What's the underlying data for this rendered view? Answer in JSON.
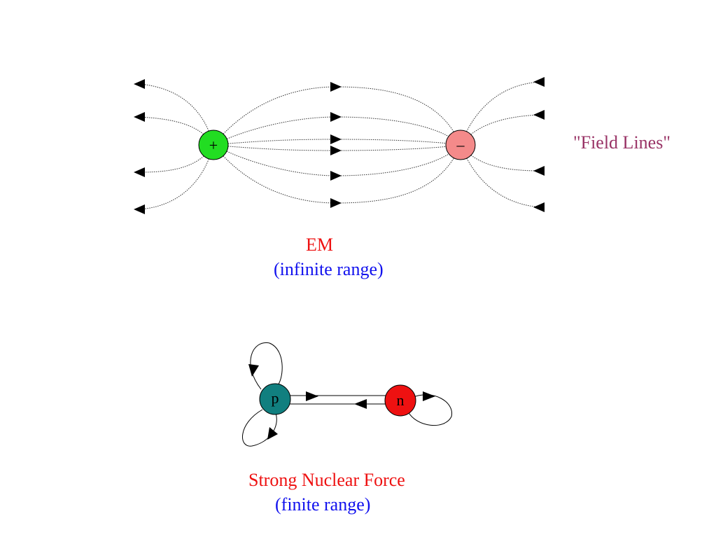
{
  "em": {
    "positive_charge": {
      "symbol": "+",
      "color": "#22dd22"
    },
    "negative_charge": {
      "symbol": "–",
      "color": "#f48a8a"
    },
    "field_lines_label": "\"Field Lines\"",
    "title": "EM",
    "subtitle": "(infinite range)"
  },
  "strong": {
    "proton": {
      "symbol": "p",
      "color": "#117f7f"
    },
    "neutron": {
      "symbol": "n",
      "color": "#ee1111"
    },
    "title": "Strong Nuclear Force",
    "subtitle": "(finite range)"
  },
  "colors": {
    "title_red": "#ee1111",
    "subtitle_blue": "#1111ee",
    "field_label": "#993366"
  }
}
